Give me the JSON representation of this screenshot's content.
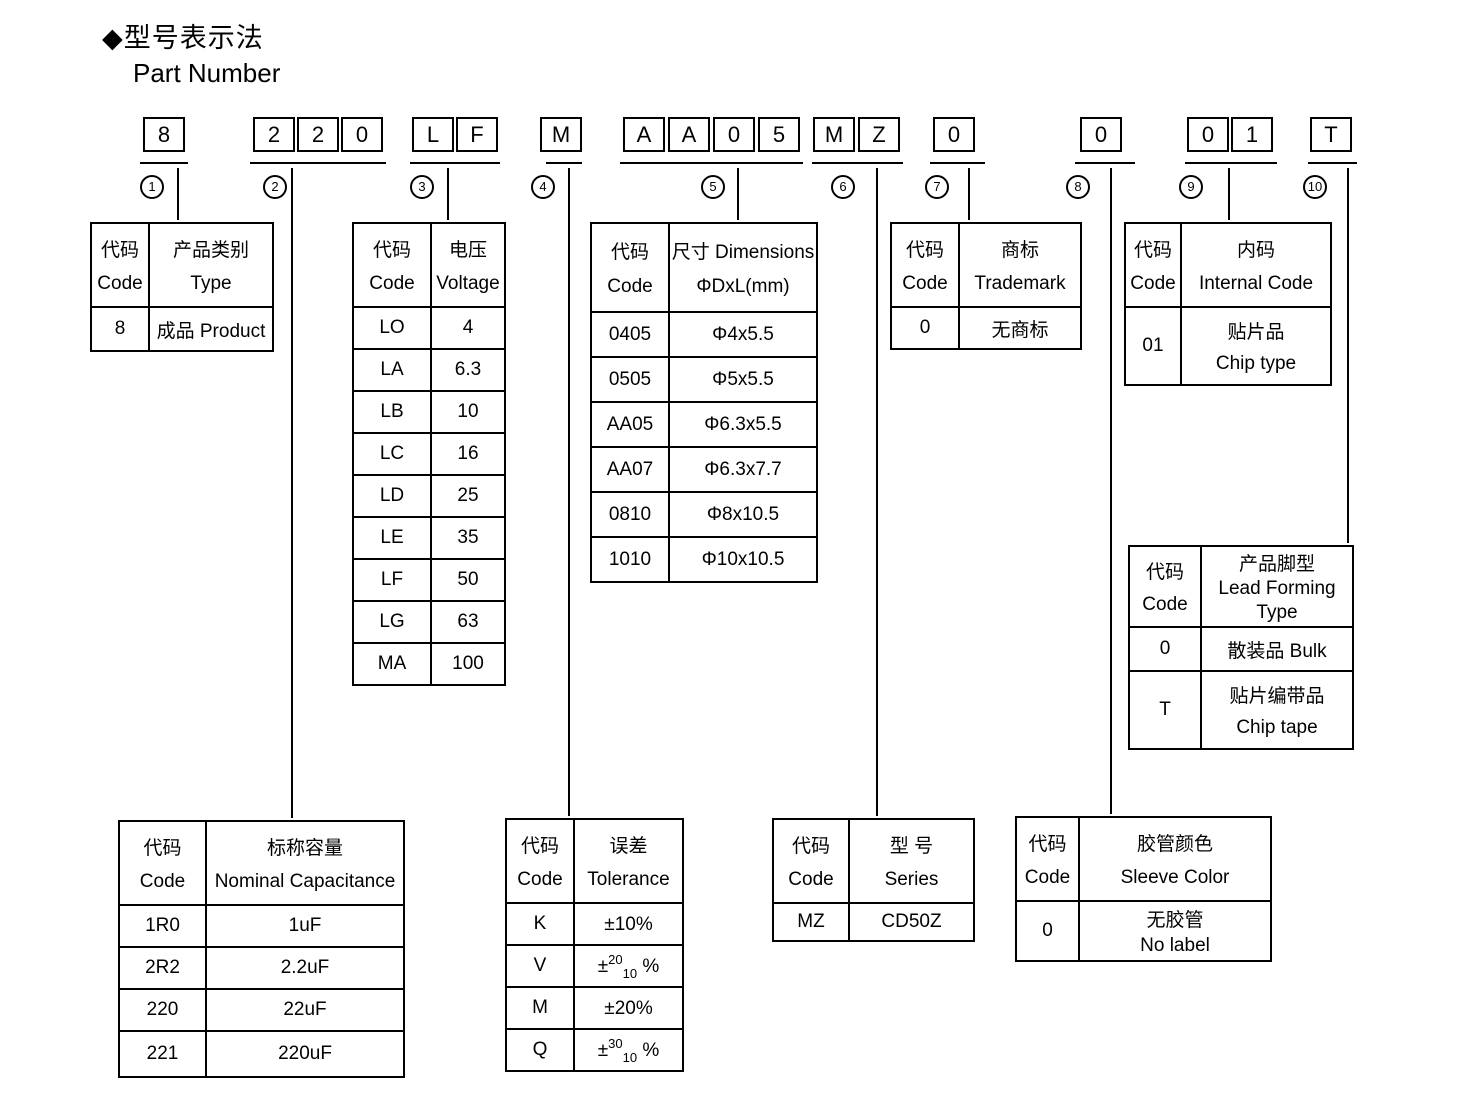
{
  "title": {
    "zh": "◆型号表示法",
    "en": "Part Number"
  },
  "part_number": {
    "chars": {
      "g1": [
        "8"
      ],
      "g2": [
        "2",
        "2",
        "0"
      ],
      "g3": [
        "L",
        "F"
      ],
      "g4": [
        "M"
      ],
      "g5": [
        "A",
        "A",
        "0",
        "5"
      ],
      "g6": [
        "M",
        "Z"
      ],
      "g7": [
        "0"
      ],
      "g8": [
        "0"
      ],
      "g9": [
        "0",
        "1"
      ],
      "g10": [
        "T"
      ]
    },
    "indices": [
      "1",
      "2",
      "3",
      "4",
      "5",
      "6",
      "7",
      "8",
      "9",
      "10"
    ]
  },
  "tables": {
    "type": {
      "h_code_zh": "代码",
      "h_code_en": "Code",
      "h_val_zh": "产品类别",
      "h_val_en": "Type",
      "rows": [
        [
          "8",
          "成品 Product"
        ]
      ]
    },
    "voltage": {
      "h_code_zh": "代码",
      "h_code_en": "Code",
      "h_val_zh": "电压",
      "h_val_en": "Voltage",
      "rows": [
        [
          "LO",
          "4"
        ],
        [
          "LA",
          "6.3"
        ],
        [
          "LB",
          "10"
        ],
        [
          "LC",
          "16"
        ],
        [
          "LD",
          "25"
        ],
        [
          "LE",
          "35"
        ],
        [
          "LF",
          "50"
        ],
        [
          "LG",
          "63"
        ],
        [
          "MA",
          "100"
        ]
      ]
    },
    "dimensions": {
      "h_code_zh": "代码",
      "h_code_en": "Code",
      "h_val_zh": "尺寸 Dimensions",
      "h_val_en": "ΦDxL(mm)",
      "rows": [
        [
          "0405",
          "Φ4x5.5"
        ],
        [
          "0505",
          "Φ5x5.5"
        ],
        [
          "AA05",
          "Φ6.3x5.5"
        ],
        [
          "AA07",
          "Φ6.3x7.7"
        ],
        [
          "0810",
          "Φ8x10.5"
        ],
        [
          "1010",
          "Φ10x10.5"
        ]
      ]
    },
    "trademark": {
      "h_code_zh": "代码",
      "h_code_en": "Code",
      "h_val_zh": "商标",
      "h_val_en": "Trademark",
      "rows": [
        [
          "0",
          "无商标"
        ]
      ]
    },
    "internal": {
      "h_code_zh": "代码",
      "h_code_en": "Code",
      "h_val_zh": "内码",
      "h_val_en": "Internal Code",
      "row_code": "01",
      "row_l1": "贴片品",
      "row_l2": "Chip type"
    },
    "leadform": {
      "h_code_zh": "代码",
      "h_code_en": "Code",
      "h_val_l1": "产品脚型",
      "h_val_l2": "Lead Forming",
      "h_val_l3": "Type",
      "row0": [
        "0",
        "散装品 Bulk"
      ],
      "rowT_code": "T",
      "rowT_l1": "贴片编带品",
      "rowT_l2": "Chip tape"
    },
    "capacitance": {
      "h_code_zh": "代码",
      "h_code_en": "Code",
      "h_val_zh": "标称容量",
      "h_val_en": "Nominal Capacitance",
      "rows": [
        [
          "1R0",
          "1uF"
        ],
        [
          "2R2",
          "2.2uF"
        ],
        [
          "220",
          "22uF"
        ],
        [
          "221",
          "220uF"
        ]
      ]
    },
    "tolerance": {
      "h_code_zh": "代码",
      "h_code_en": "Code",
      "h_val_zh": "误差",
      "h_val_en": "Tolerance",
      "rows": [
        {
          "code": "K",
          "pre": "±10%",
          "sup": "",
          "sub": "",
          "post": ""
        },
        {
          "code": "V",
          "pre": "±",
          "sup": "20",
          "sub": "10",
          "post": " %"
        },
        {
          "code": "M",
          "pre": "±20%",
          "sup": "",
          "sub": "",
          "post": ""
        },
        {
          "code": "Q",
          "pre": "±",
          "sup": "30",
          "sub": "10",
          "post": " %"
        }
      ]
    },
    "series": {
      "h_code_zh": "代码",
      "h_code_en": "Code",
      "h_val_zh": "型 号",
      "h_val_en": "Series",
      "rows": [
        [
          "MZ",
          "CD50Z"
        ]
      ]
    },
    "sleeve": {
      "h_code_zh": "代码",
      "h_code_en": "Code",
      "h_val_zh": "胶管颜色",
      "h_val_en": "Sleeve Color",
      "row_code": "0",
      "row_l1": "无胶管",
      "row_l2": "No label"
    }
  }
}
